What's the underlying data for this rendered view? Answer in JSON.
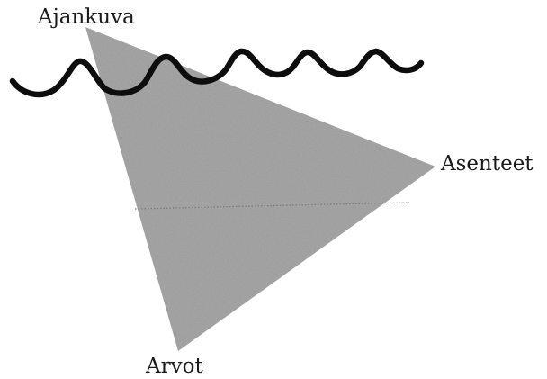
{
  "labels": {
    "top": "Ajankuva",
    "right": "Asenteet",
    "bottom": "Arvot"
  },
  "colors": {
    "triangle_fill": "#a8a8a8",
    "wave_stroke": "#0d0d0d",
    "text": "#1a1a1a"
  }
}
